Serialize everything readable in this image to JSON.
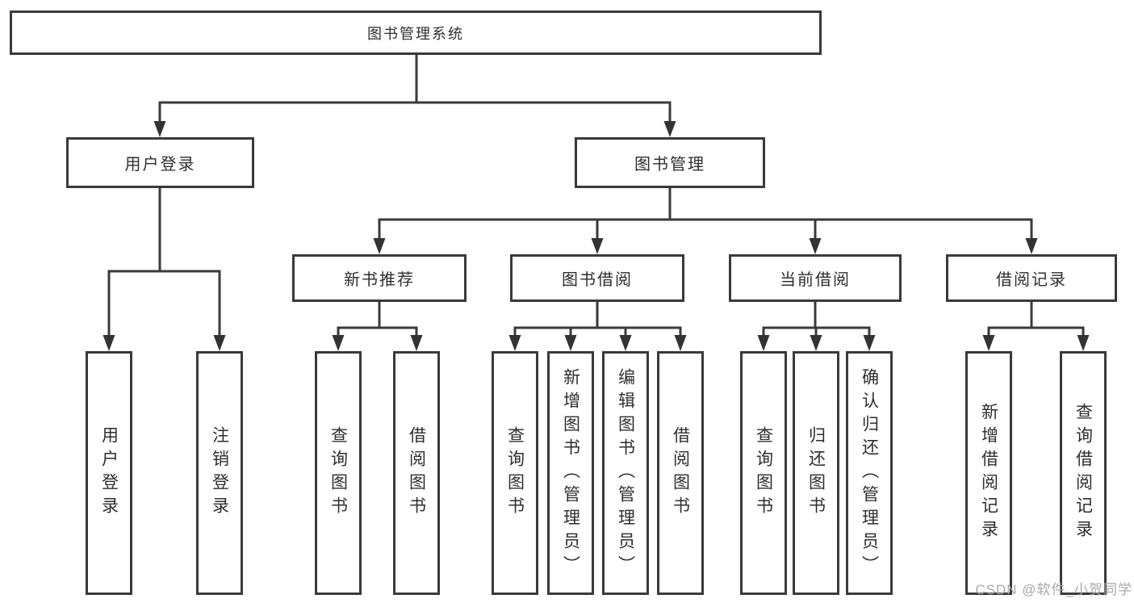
{
  "tree": {
    "root": "图书管理系统",
    "branches": [
      {
        "label": "用户登录",
        "children": [
          "用户登录",
          "注销登录"
        ]
      },
      {
        "label": "图书管理",
        "children": [
          {
            "label": "新书推荐",
            "children": [
              "查询图书",
              "借阅图书"
            ]
          },
          {
            "label": "图书借阅",
            "children": [
              "查询图书",
              "新增图书（管理员）",
              "编辑图书（管理员）",
              "借阅图书"
            ]
          },
          {
            "label": "当前借阅",
            "children": [
              "查询图书",
              "归还图书",
              "确认归还（管理员）"
            ]
          },
          {
            "label": "借阅记录",
            "children": [
              "新增借阅记录",
              "查询借阅记录"
            ]
          }
        ]
      }
    ]
  },
  "watermark": "CSDN @软件_小贺同学",
  "colors": {
    "line": "#3a3a3a",
    "text": "#2e2e2e",
    "watermark_text": "#a8a8a8",
    "background": "#ffffff"
  }
}
